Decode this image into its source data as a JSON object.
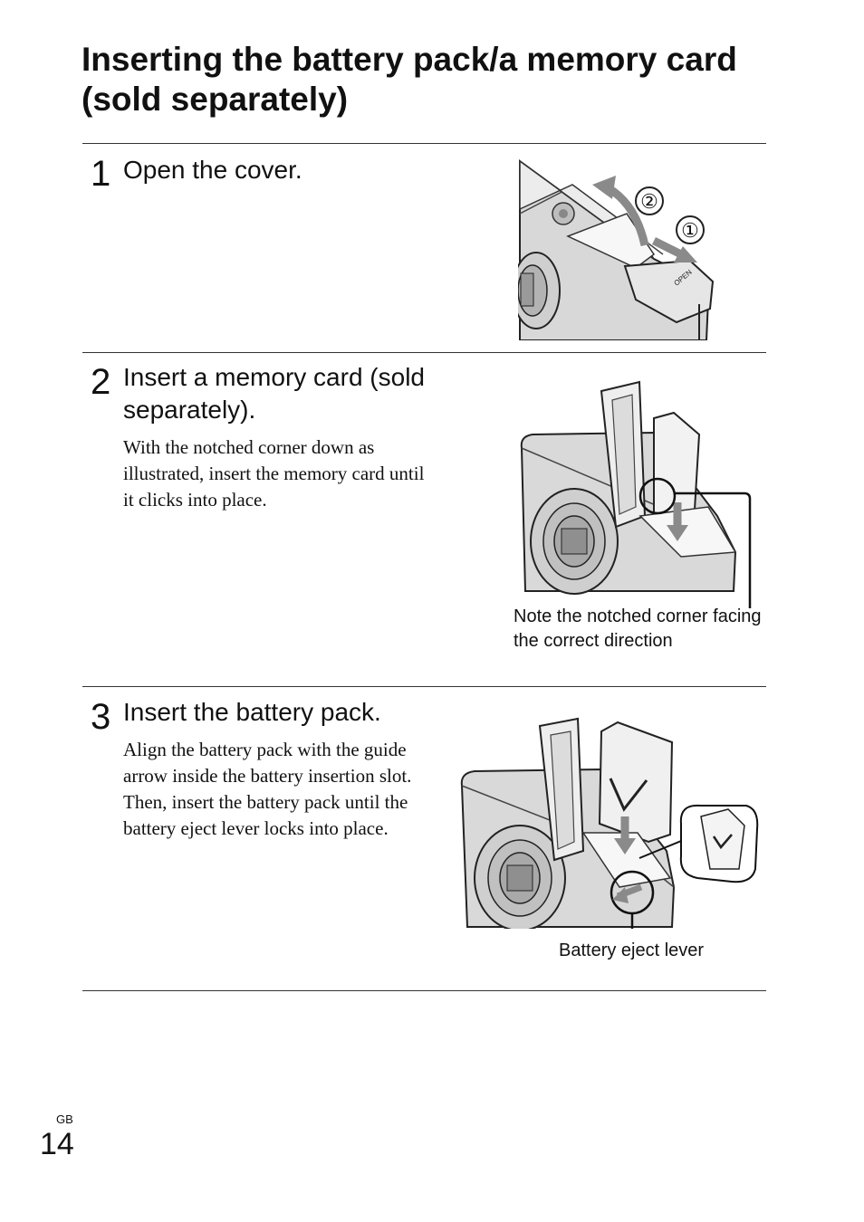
{
  "page": {
    "title": "Inserting the battery pack/a memory card (sold separately)",
    "region": "GB",
    "page_number": "14"
  },
  "steps": [
    {
      "number": "1",
      "heading": "Open the cover.",
      "figure_markers": [
        "②",
        "①"
      ],
      "figure_label": "OPEN"
    },
    {
      "number": "2",
      "heading": "Insert a memory card (sold separately).",
      "body": "With the notched corner down as illustrated, insert the memory card until it clicks into place.",
      "caption": "Note the notched corner facing the correct direction"
    },
    {
      "number": "3",
      "heading": "Insert the battery pack.",
      "body": "Align the battery pack with the guide arrow inside the battery insertion slot. Then, insert the battery pack until the battery eject lever locks into place.",
      "caption": "Battery eject lever"
    }
  ]
}
